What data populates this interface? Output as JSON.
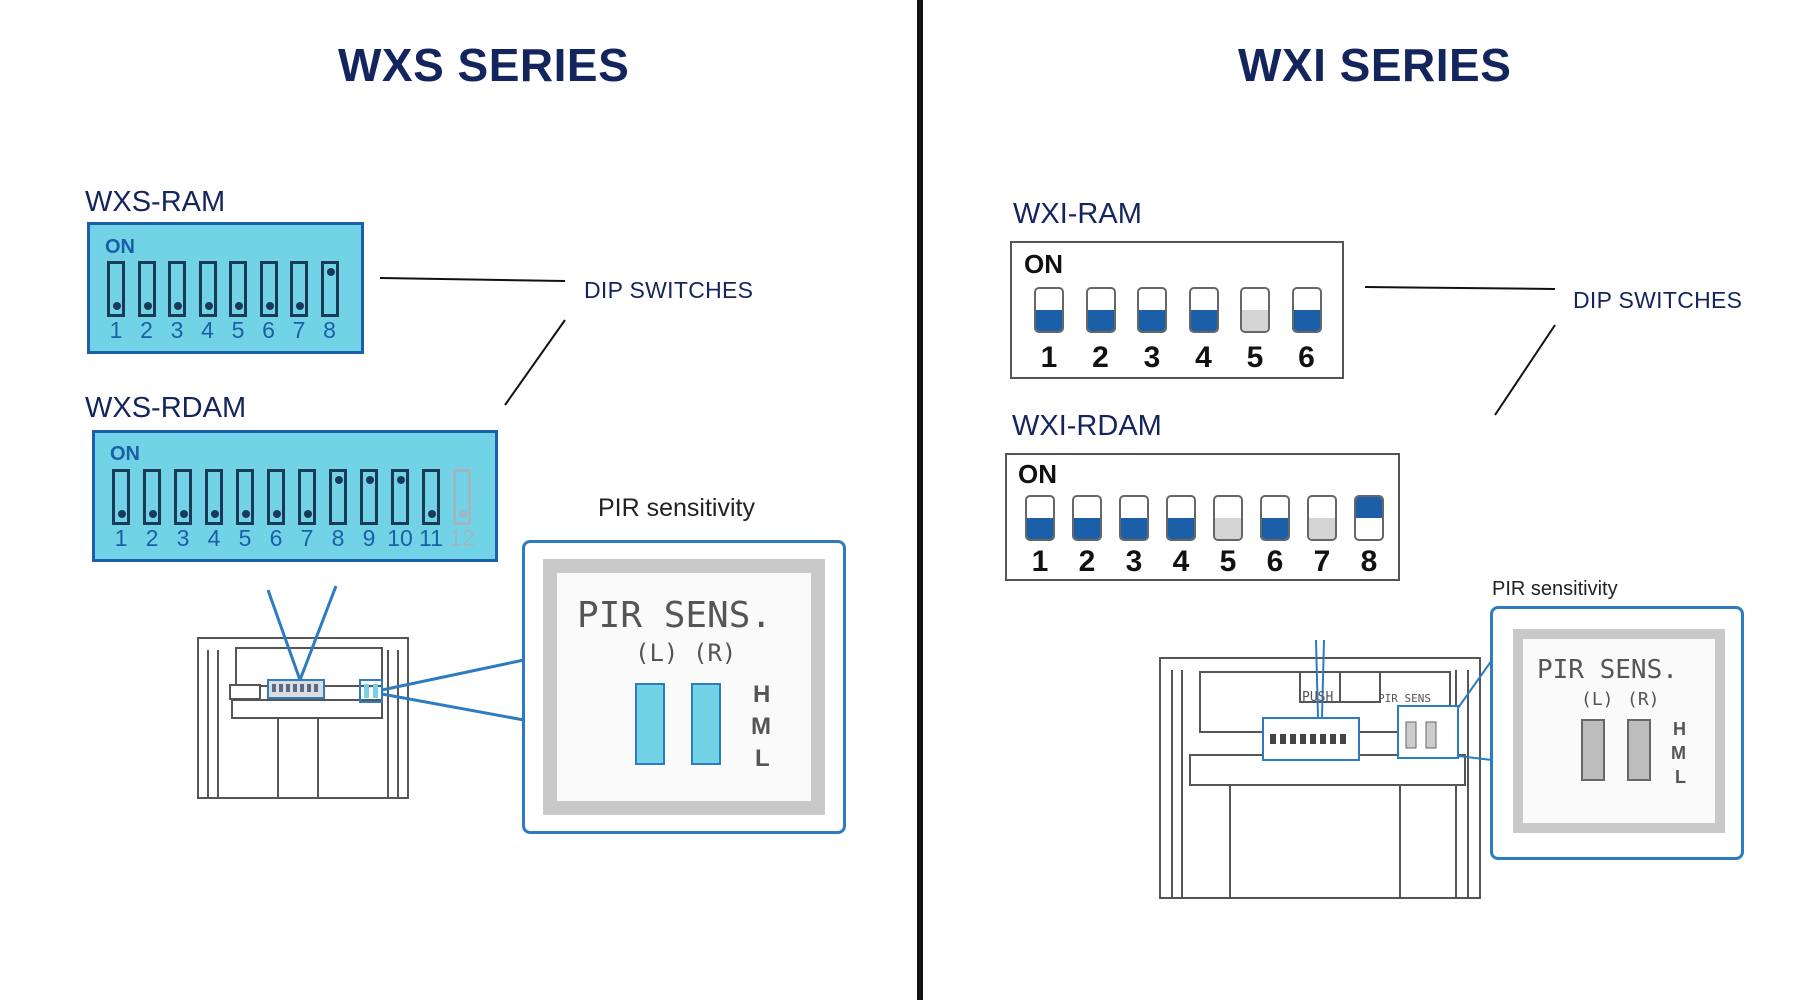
{
  "left": {
    "title": "WXS SERIES",
    "ram": {
      "model": "WXS-RAM",
      "on_label": "ON",
      "numbers": [
        "1",
        "2",
        "3",
        "4",
        "5",
        "6",
        "7",
        "8"
      ],
      "positions": [
        "down",
        "down",
        "down",
        "down",
        "down",
        "down",
        "down",
        "up"
      ]
    },
    "rdam": {
      "model": "WXS-RDAM",
      "on_label": "ON",
      "numbers": [
        "1",
        "2",
        "3",
        "4",
        "5",
        "6",
        "7",
        "8",
        "9",
        "10",
        "11",
        "12"
      ],
      "positions": [
        "down",
        "down",
        "down",
        "down",
        "down",
        "down",
        "down",
        "up",
        "up",
        "up",
        "down",
        "disabled"
      ]
    },
    "dip_callout": "DIP SWITCHES",
    "pir_label": "PIR sensitivity",
    "pir_panel": {
      "title": "PIR SENS.",
      "left": "(L)",
      "right": "(R)",
      "levels": [
        "H",
        "M",
        "L"
      ]
    }
  },
  "right": {
    "title": "WXI SERIES",
    "ram": {
      "model": "WXI-RAM",
      "on_label": "ON",
      "numbers": [
        "1",
        "2",
        "3",
        "4",
        "5",
        "6"
      ],
      "states": [
        "off",
        "off",
        "off",
        "off",
        "disabled",
        "off"
      ]
    },
    "rdam": {
      "model": "WXI-RDAM",
      "on_label": "ON",
      "numbers": [
        "1",
        "2",
        "3",
        "4",
        "5",
        "6",
        "7",
        "8"
      ],
      "states": [
        "off",
        "off",
        "off",
        "off",
        "disabled",
        "off",
        "disabled",
        "on"
      ]
    },
    "dip_callout": "DIP SWITCHES",
    "pir_label": "PIR sensitivity",
    "pir_panel": {
      "title": "PIR SENS.",
      "left": "(L)",
      "right": "(R)",
      "levels": [
        "H",
        "M",
        "L"
      ]
    },
    "board_text": {
      "push": "PUSH",
      "pir": "PIR SENS"
    }
  },
  "colors": {
    "title": "#14245c",
    "wxs_fill": "#72d3e6",
    "wxs_border": "#1b5fa8",
    "switch_blue": "#1b5fa8",
    "switch_gray": "#d4d4d4",
    "callout_line": "#2d7cc1"
  }
}
